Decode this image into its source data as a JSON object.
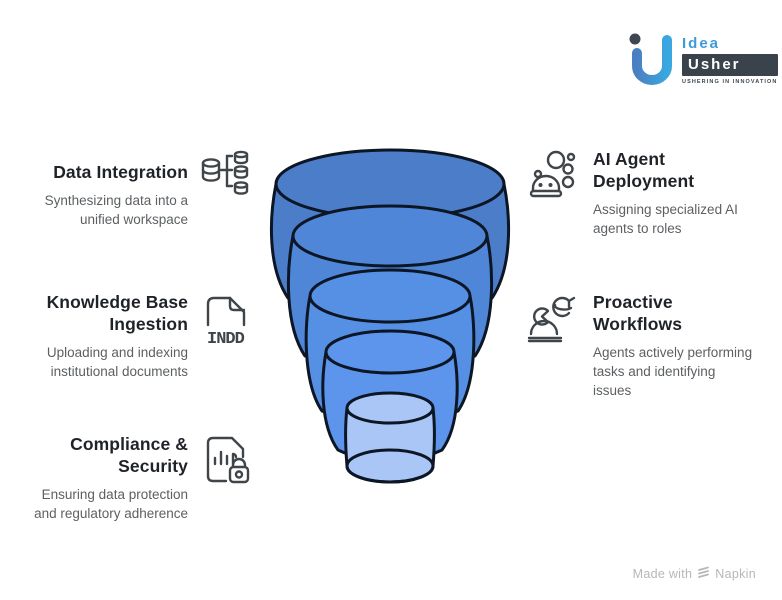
{
  "logo": {
    "idea_text": "Idea",
    "usher_text": "Usher",
    "tagline": "USHERING IN INNOVATION",
    "colors": {
      "blue": "#3f9bd8",
      "blue_gradient_start": "#4a80c2",
      "blue_gradient_end": "#3aa8e0",
      "dark": "#3a434b"
    }
  },
  "items": [
    {
      "title": "Data Integration",
      "description": "Synthesizing data into a unified workspace",
      "icon": "database-merge-icon",
      "side": "left"
    },
    {
      "title": "Knowledge Base Ingestion",
      "description": "Uploading and indexing institutional documents",
      "icon": "indd-file-icon",
      "icon_label": "INDD",
      "side": "left"
    },
    {
      "title": "Compliance & Security",
      "description": "Ensuring data protection and regulatory adherence",
      "icon": "document-chart-lock-icon",
      "side": "left"
    },
    {
      "title": "AI Agent Deployment",
      "description": "Assigning specialized AI agents to roles",
      "icon": "robot-bubbles-icon",
      "side": "right"
    },
    {
      "title": "Proactive Workflows",
      "description": "Agents actively performing tasks and identifying issues",
      "icon": "person-cycle-icon",
      "side": "right"
    }
  ],
  "funnel": {
    "type": "stacked-disc-funnel",
    "levels": [
      {
        "index": 1,
        "color": "#4b7dc8"
      },
      {
        "index": 2,
        "color": "#4f86d8"
      },
      {
        "index": 3,
        "color": "#5590e4"
      },
      {
        "index": 4,
        "color": "#5d95ec"
      },
      {
        "index": 5,
        "color": "#a9c6f6"
      }
    ],
    "outline_color": "#0c1624"
  },
  "footer": {
    "made_with": "Made with",
    "brand": "Napkin"
  }
}
